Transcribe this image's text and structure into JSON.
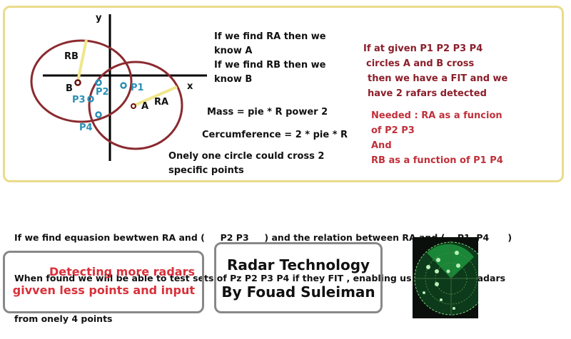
{
  "diagram": {
    "y_label": "y",
    "x_label": "x",
    "rb": "RB",
    "ra": "RA",
    "b": "B",
    "a": "A",
    "p1": "P1",
    "p2": "P2",
    "p3": "P3",
    "p4": "P4"
  },
  "middle_text": [
    "If we find RA then we",
    "know A",
    "If we find RB then we",
    "know B"
  ],
  "mass": "Mass = pie * R power 2",
  "circ": "Cercumference = 2  * pie * R",
  "onely": [
    "Onely one circle could cross 2",
    "specific  points"
  ],
  "right_text": [
    "If at given P1 P2 P3 P4",
    "circles A and B cross",
    "then we have a FIT and we",
    "have 2 rafars detected"
  ],
  "needed": [
    "Needed : RA as a funcion",
    "of  P2 P3",
    "And",
    "RB as a function of P1 P4"
  ],
  "bottom": [
    "If we find equasion bewtwen RA and (     P2 P3     ) and the relation between RA and (    P1  P4      )",
    "When found we will be able to test sets of Pz P2 P3 P4 if they FIT , enabling us to detect 2 radars",
    "from onely 4 points"
  ],
  "left_box": [
    "Detecting more radars",
    "givven less points and input"
  ],
  "title_box": [
    "Radar Technology",
    "By Fouad Suleiman"
  ],
  "colors": {
    "circle": "#8b2a2f",
    "point": "#2a8fb5",
    "radius": "#f0e68c",
    "red_text": "#8b1e2a",
    "panel_border": "#eadb8a"
  }
}
